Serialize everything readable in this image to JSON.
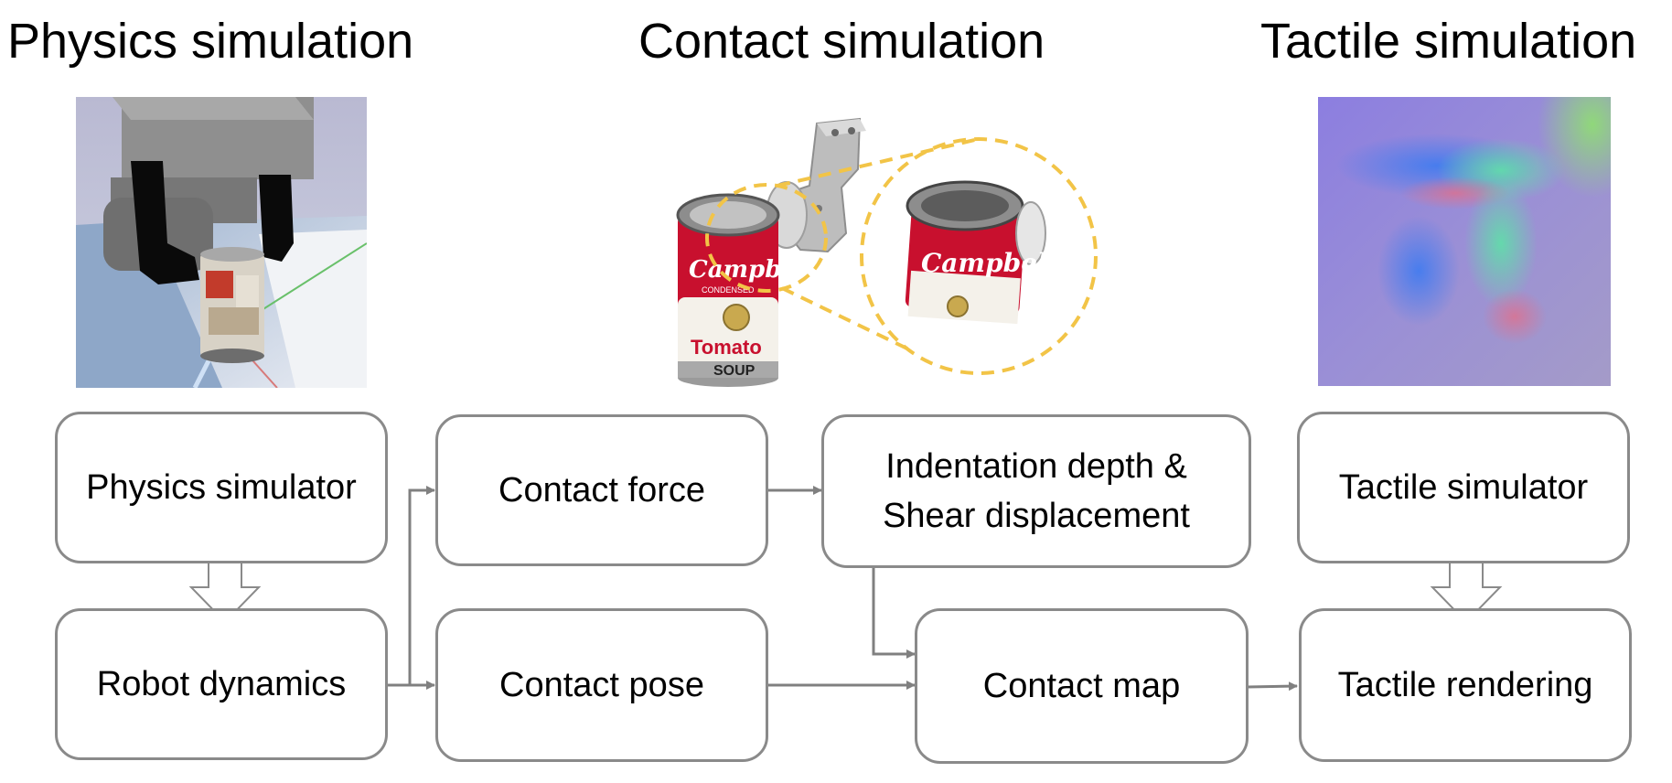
{
  "sections": {
    "physics_title": "Physics simulation",
    "contact_title": "Contact simulation",
    "tactile_title": "Tactile simulation"
  },
  "boxes": {
    "physics_simulator": "Physics simulator",
    "robot_dynamics": "Robot dynamics",
    "contact_force": "Contact force",
    "contact_pose": "Contact pose",
    "indentation_line1": "Indentation depth &",
    "indentation_line2": "Shear displacement",
    "contact_map": "Contact map",
    "tactile_simulator": "Tactile simulator",
    "tactile_rendering": "Tactile rendering"
  },
  "can_label": {
    "brand": "Campbell's",
    "sub": "CONDENSED",
    "variety": "Tomato",
    "soup": "SOUP"
  },
  "colors": {
    "box_border": "#8a8a8a",
    "arrow": "#808080",
    "zoom_dashes": "#f2c447",
    "can_red": "#c8102e"
  },
  "icons": {
    "robot_scene": "robot-gripper-scene-image",
    "contact_scene": "gripper-contact-zoom-image",
    "tactile_image": "tactile-sensor-image"
  }
}
